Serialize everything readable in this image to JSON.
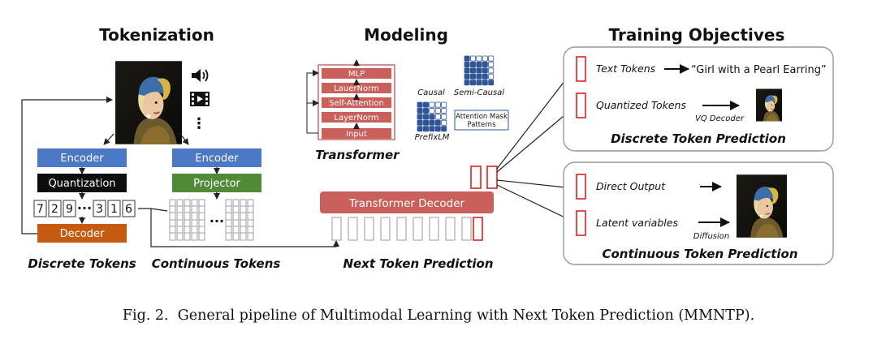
{
  "sections": {
    "tokenization": "Tokenization",
    "modeling": "Modeling",
    "training_objectives": "Training Objectives"
  },
  "tokenization": {
    "discrete": {
      "encoder": "Encoder",
      "quantization": "Quantization",
      "tokens": [
        "7",
        "2",
        "9",
        "3",
        "1",
        "6"
      ],
      "ellipsis": "···",
      "decoder": "Decoder",
      "label": "Discrete Tokens"
    },
    "continuous": {
      "encoder": "Encoder",
      "projector": "Projector",
      "ellipsis": "···",
      "label": "Continuous Tokens"
    },
    "modality_more": "⋮"
  },
  "modeling": {
    "transformer": {
      "layers": [
        "MLP",
        "LauerNorm",
        "Self-Attention",
        "LayerNorm",
        "Input"
      ],
      "label": "Transformer"
    },
    "masks": {
      "causal": "Causal",
      "semi_causal": "Semi-Causal",
      "prefix_lm": "PrefixLM",
      "patterns_box": [
        "Attention Mask",
        "Patterns"
      ]
    },
    "decoder_bar": "Transformer Decoder",
    "ntp_label": "Next Token Prediction"
  },
  "training": {
    "discrete": {
      "text_tokens": "Text Tokens",
      "text_output": "“Girl with a Pearl Earring”",
      "quantized_tokens": "Quantized Tokens",
      "vq_decoder": "VQ Decoder",
      "label": "Discrete Token Prediction"
    },
    "continuous": {
      "direct_output": "Direct Output",
      "latent_variables": "Latent variables",
      "diffusion": "Diffusion",
      "label": "Continuous Token Prediction"
    }
  },
  "caption": "Fig. 2.  General pipeline of Multimodal Learning with Next Token Prediction (MMNTP).",
  "icons": [
    "painting-image",
    "speaker-icon",
    "film-icon",
    "vertical-ellipsis-icon"
  ],
  "colors": {
    "encoder_blue": "#4a78c4",
    "quantization_black": "#0d0d0d",
    "decoder_orange": "#c55a11",
    "projector_green": "#4e8a38",
    "transformer_red": "#c9605c",
    "token_red": "#e02020",
    "mask_blue": "#2f5597"
  }
}
